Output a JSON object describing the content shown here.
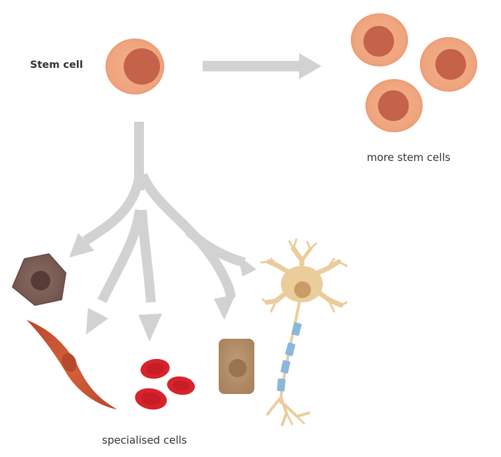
{
  "labels": {
    "stem_cell": "Stem cell",
    "more_stem_cells": "more stem cells",
    "specialised_cells": "specialised cells"
  },
  "colors": {
    "stem_cytoplasm": "#efa57e",
    "stem_nucleus": "#c4624a",
    "arrow": "#d2d2d2",
    "hexagon_cell": "#7a5c55",
    "hexagon_nucleus": "#553c37",
    "muscle_cell": "#cd5a32",
    "red_blood_cell": "#d8232c",
    "epithelial_cell": "#b48e68",
    "neuron_body": "#ebcd9c",
    "neuron_nucleus": "#c99b66",
    "myelin": "#8ab7dd"
  },
  "cells": {
    "stem_cell": "stem cell",
    "more_stem_cells": [
      "stem cell",
      "stem cell",
      "stem cell"
    ],
    "specialised": [
      "hexagonal cell",
      "muscle cell",
      "red blood cells",
      "epithelial cell",
      "nerve cell"
    ]
  }
}
